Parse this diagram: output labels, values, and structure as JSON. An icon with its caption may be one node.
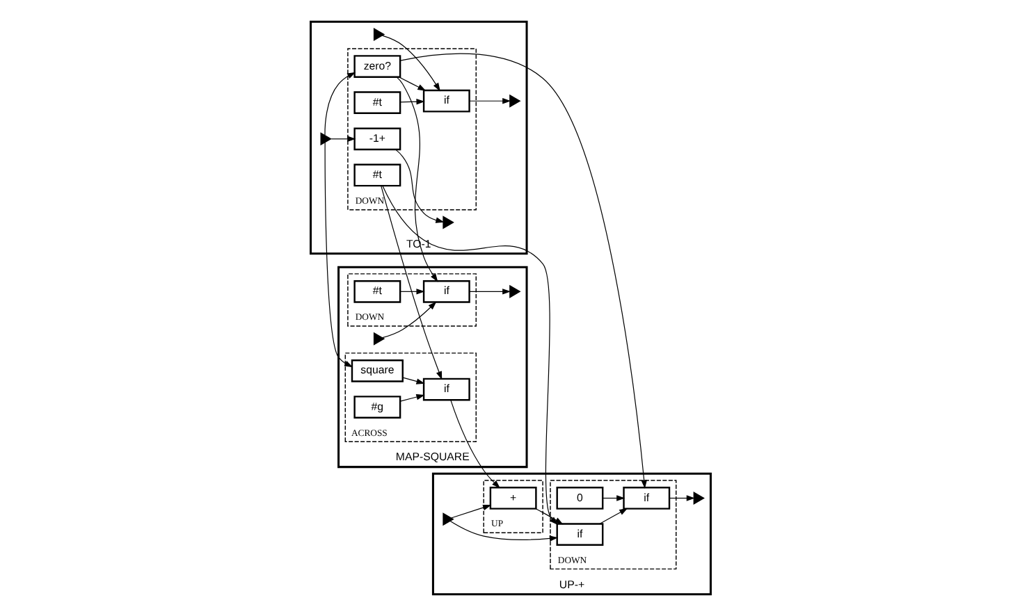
{
  "diagram": {
    "nodes": [
      {
        "text": [
          "TO-1"
        ]
      },
      {
        "text": [
          "DOWN"
        ],
        "in": 0
      },
      {
        "text": [
          "zero?"
        ],
        "in": 1
      },
      {
        "text": [
          "if"
        ],
        "in": 1
      },
      {
        "text": [
          "#t"
        ],
        "in": 1
      },
      {
        "text": [
          "#t"
        ],
        "in": 1
      },
      {
        "text": [
          "-1+"
        ],
        "in": 1
      },
      {
        "text": [
          "MAP-SQUARE"
        ]
      },
      {
        "text": [
          "DOWN"
        ],
        "in": 7
      },
      {
        "text": [
          "if"
        ],
        "in": 8
      },
      {
        "text": [
          "#t"
        ],
        "in": 8
      },
      {
        "text": [
          "ACROSS"
        ],
        "in": 7
      },
      {
        "text": [
          "square"
        ],
        "in": 11
      },
      {
        "text": [
          "if"
        ],
        "in": 11
      },
      {
        "text": [
          "#g"
        ],
        "in": 11
      },
      {
        "text": [
          "UP-+"
        ]
      },
      {
        "text": [
          "DOWN"
        ],
        "in": 15
      },
      {
        "text": [
          "if"
        ],
        "in": 16
      },
      {
        "text": [
          "0"
        ],
        "in": 16
      },
      {
        "text": [
          "if"
        ],
        "in": 16
      },
      {
        "text": [
          "UP"
        ],
        "in": 15
      },
      {
        "text": [
          "+"
        ],
        "in": 20
      },
      {
        "text": [],
        "shape": "triangle",
        "in": 0
      },
      {
        "text": [],
        "shape": "triangle",
        "in": 0
      },
      {
        "text": [],
        "shape": "triangle",
        "in": 0
      },
      {
        "text": [],
        "shape": "triangle",
        "in": 0
      },
      {
        "text": [],
        "shape": "triangle",
        "in": 7
      },
      {
        "text": [],
        "shape": "triangle",
        "in": 7
      },
      {
        "text": [],
        "shape": "triangle",
        "in": 15
      },
      {
        "text": [],
        "shape": "triangle",
        "in": 15
      }
    ],
    "edges": [
      {
        "from": 22,
        "to": 2,
        "arrow": "to"
      },
      {
        "from": 22,
        "to": 6,
        "arrow": "to"
      },
      {
        "from": 22,
        "to": 12,
        "arrow": "to"
      },
      {
        "from": 2,
        "to": 3,
        "arrow": "to"
      },
      {
        "from": 2,
        "to": 9,
        "arrow": "to"
      },
      {
        "from": 2,
        "to": 17,
        "arrow": "to"
      },
      {
        "from": 4,
        "to": 3,
        "arrow": "to"
      },
      {
        "from": 5,
        "to": 13,
        "arrow": "to"
      },
      {
        "from": 5,
        "to": 19,
        "arrow": "to"
      },
      {
        "from": 25,
        "to": 3,
        "arrow": "to"
      },
      {
        "from": 3,
        "to": 23,
        "arrow": "to"
      },
      {
        "from": 6,
        "to": 24,
        "arrow": "to"
      },
      {
        "from": 10,
        "to": 9,
        "arrow": "to"
      },
      {
        "from": 27,
        "to": 9,
        "arrow": "to"
      },
      {
        "from": 9,
        "to": 26,
        "arrow": "to"
      },
      {
        "from": 12,
        "to": 13,
        "arrow": "to"
      },
      {
        "from": 14,
        "to": 13,
        "arrow": "to"
      },
      {
        "from": 13,
        "to": 21,
        "arrow": "to"
      },
      {
        "from": 18,
        "to": 17,
        "arrow": "to"
      },
      {
        "from": 19,
        "to": 17,
        "arrow": "to"
      },
      {
        "from": 17,
        "to": 28,
        "arrow": "to"
      },
      {
        "from": 21,
        "to": 19,
        "arrow": "to"
      },
      {
        "from": 29,
        "to": 21,
        "arrow": "to"
      },
      {
        "from": 29,
        "to": 19,
        "arrow": "to"
      }
    ]
  }
}
